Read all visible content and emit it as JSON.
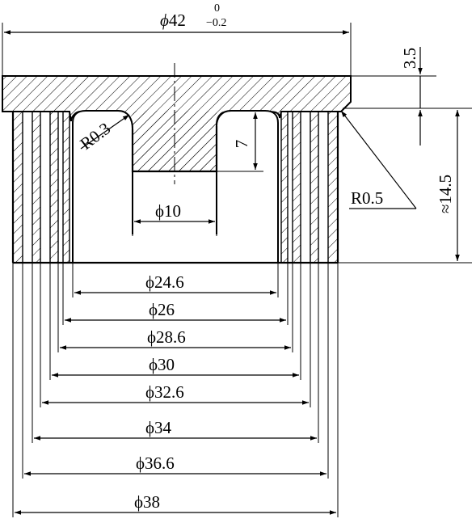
{
  "drawing": {
    "top_dim": {
      "symbol": "ϕ",
      "value": "42",
      "upper_tol": "0",
      "lower_tol": "−0.2"
    },
    "flange_thickness": "3.5",
    "body_height": "≈14.5",
    "inner_depth": "7",
    "radius_inner": "R0.3",
    "radius_outer": "R0.5",
    "center_bore": "ϕ10",
    "ring_diameters": [
      "ϕ24.6",
      "ϕ26",
      "ϕ28.6",
      "ϕ30",
      "ϕ32.6",
      "ϕ34",
      "ϕ36.6",
      "ϕ38"
    ]
  }
}
